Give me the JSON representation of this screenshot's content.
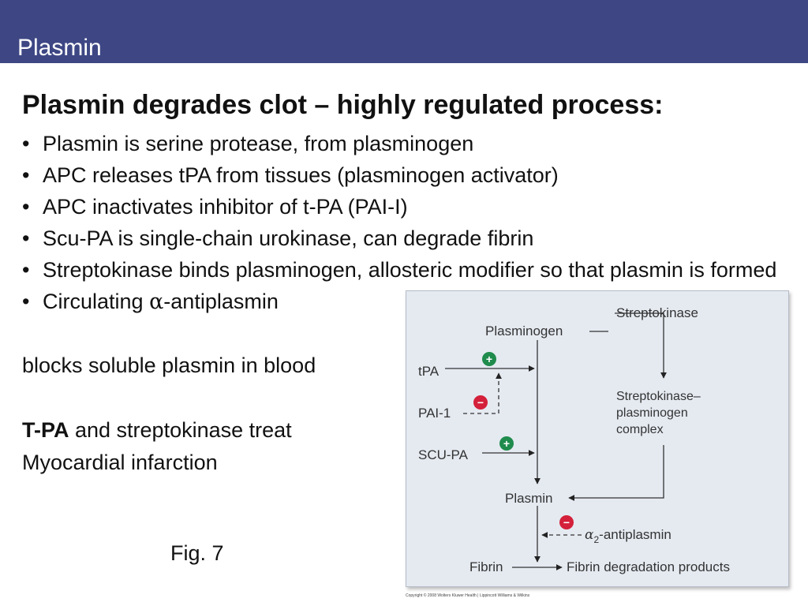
{
  "slide": {
    "title": "Plasmin",
    "heading": "Plasmin degrades clot – highly regulated process:",
    "bullet_char": "•",
    "bullets": [
      "Plasmin is serine protease, from plasminogen",
      "APC releases tPA from tissues (plasminogen activator)",
      "APC inactivates inhibitor of t-PA (PAI-I)",
      "Scu-PA is single-chain urokinase, can degrade fibrin",
      "Streptokinase binds plasminogen, allosteric modifier so that plasmin is formed"
    ],
    "circulating": {
      "prefix": "Circulating ",
      "alpha": "α",
      "suffix": "-antiplasmin"
    },
    "blocks_line": "blocks soluble plasmin in blood",
    "treat": {
      "bold": "T-PA",
      "rest": " and streptokinase treat"
    },
    "mi_line": "Myocardial infarction",
    "fig_label": "Fig. 7"
  },
  "diagram": {
    "plasminogen": "Plasminogen",
    "streptokinase": "Streptokinase",
    "complex_line1": "Streptokinase–",
    "complex_line2": "plasminogen",
    "complex_line3": "complex",
    "tpa": "tPA",
    "pai1": "PAI-1",
    "scupa": "SCU-PA",
    "plasmin": "Plasmin",
    "antiplasmin_alpha": "α",
    "antiplasmin_sub": "2",
    "antiplasmin_rest": "-antiplasmin",
    "fibrin": "Fibrin",
    "fdp": "Fibrin degradation products",
    "plus": "+",
    "minus": "−",
    "plus_color": "#1f8b4c",
    "minus_color": "#d4203a",
    "copyright": "Copyright © 2008 Wolters Kluwer Health | Lippincott Williams & Wilkins"
  }
}
